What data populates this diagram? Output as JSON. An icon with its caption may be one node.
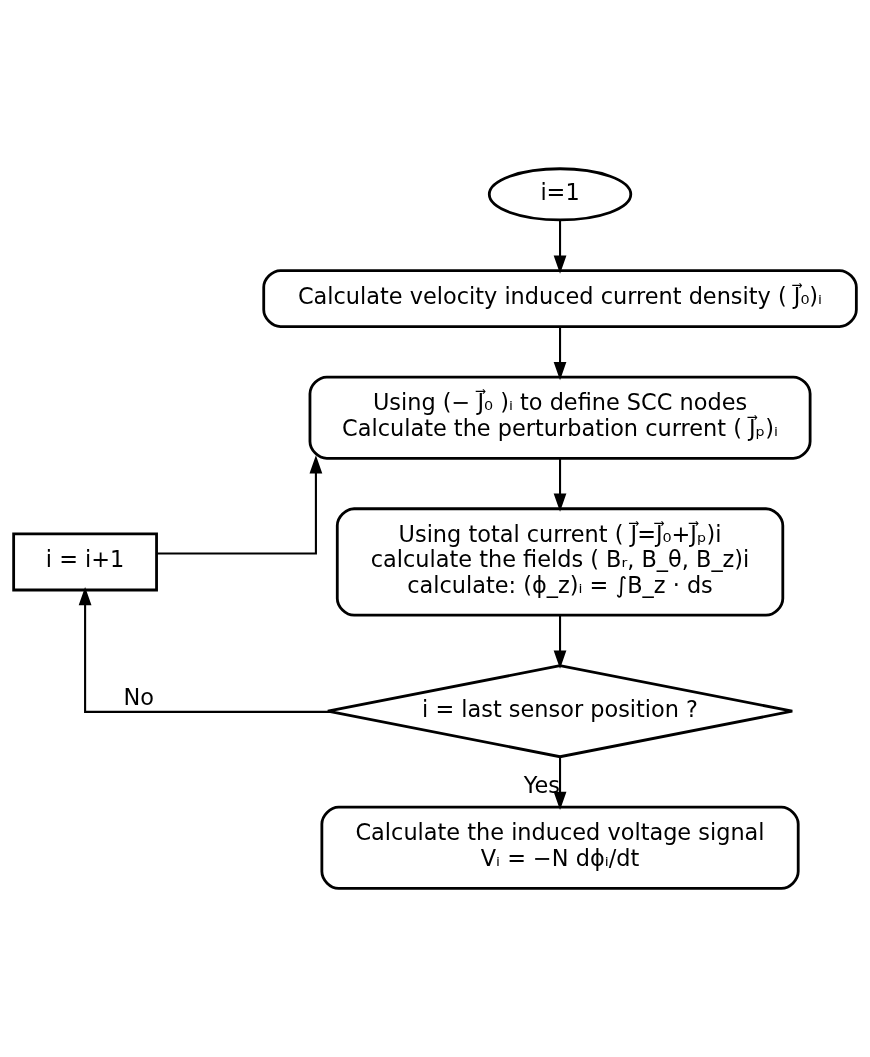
{
  "diagram": {
    "nodes": [
      {
        "text": [
          "i=1"
        ]
      },
      {
        "text": [
          "Calculate velocity induced current density ( J⃗₀)ᵢ"
        ]
      },
      {
        "text": [
          "Using (− J⃗₀ )ᵢ to define SCC nodes",
          "Calculate the perturbation current ( J⃗ₚ)ᵢ"
        ]
      },
      {
        "text": [
          "Using total current ( J⃗=J⃗₀+J⃗ₚ)i",
          "calculate the fields ( Bᵣ, B_θ, B_z)i",
          "calculate: (ϕ_z)ᵢ = ∫B_z · ds"
        ]
      },
      {
        "text": [
          "i = i+1"
        ]
      },
      {
        "text": [
          "i = last sensor position ?"
        ]
      },
      {
        "text": [
          "Calculate the induced voltage signal",
          "Vᵢ = −N dϕᵢ/dt"
        ]
      }
    ],
    "edges": [
      {
        "from": 0,
        "to": 1,
        "arrow": "to"
      },
      {
        "from": 1,
        "to": 2,
        "arrow": "to"
      },
      {
        "from": 2,
        "to": 3,
        "arrow": "to"
      },
      {
        "from": 3,
        "to": 5,
        "arrow": "to"
      },
      {
        "from": 5,
        "to": 4,
        "arrow": "to",
        "label": "No"
      },
      {
        "from": 4,
        "to": 2,
        "arrow": "to"
      },
      {
        "from": 5,
        "to": 6,
        "arrow": "to",
        "label": "Yes"
      }
    ]
  }
}
